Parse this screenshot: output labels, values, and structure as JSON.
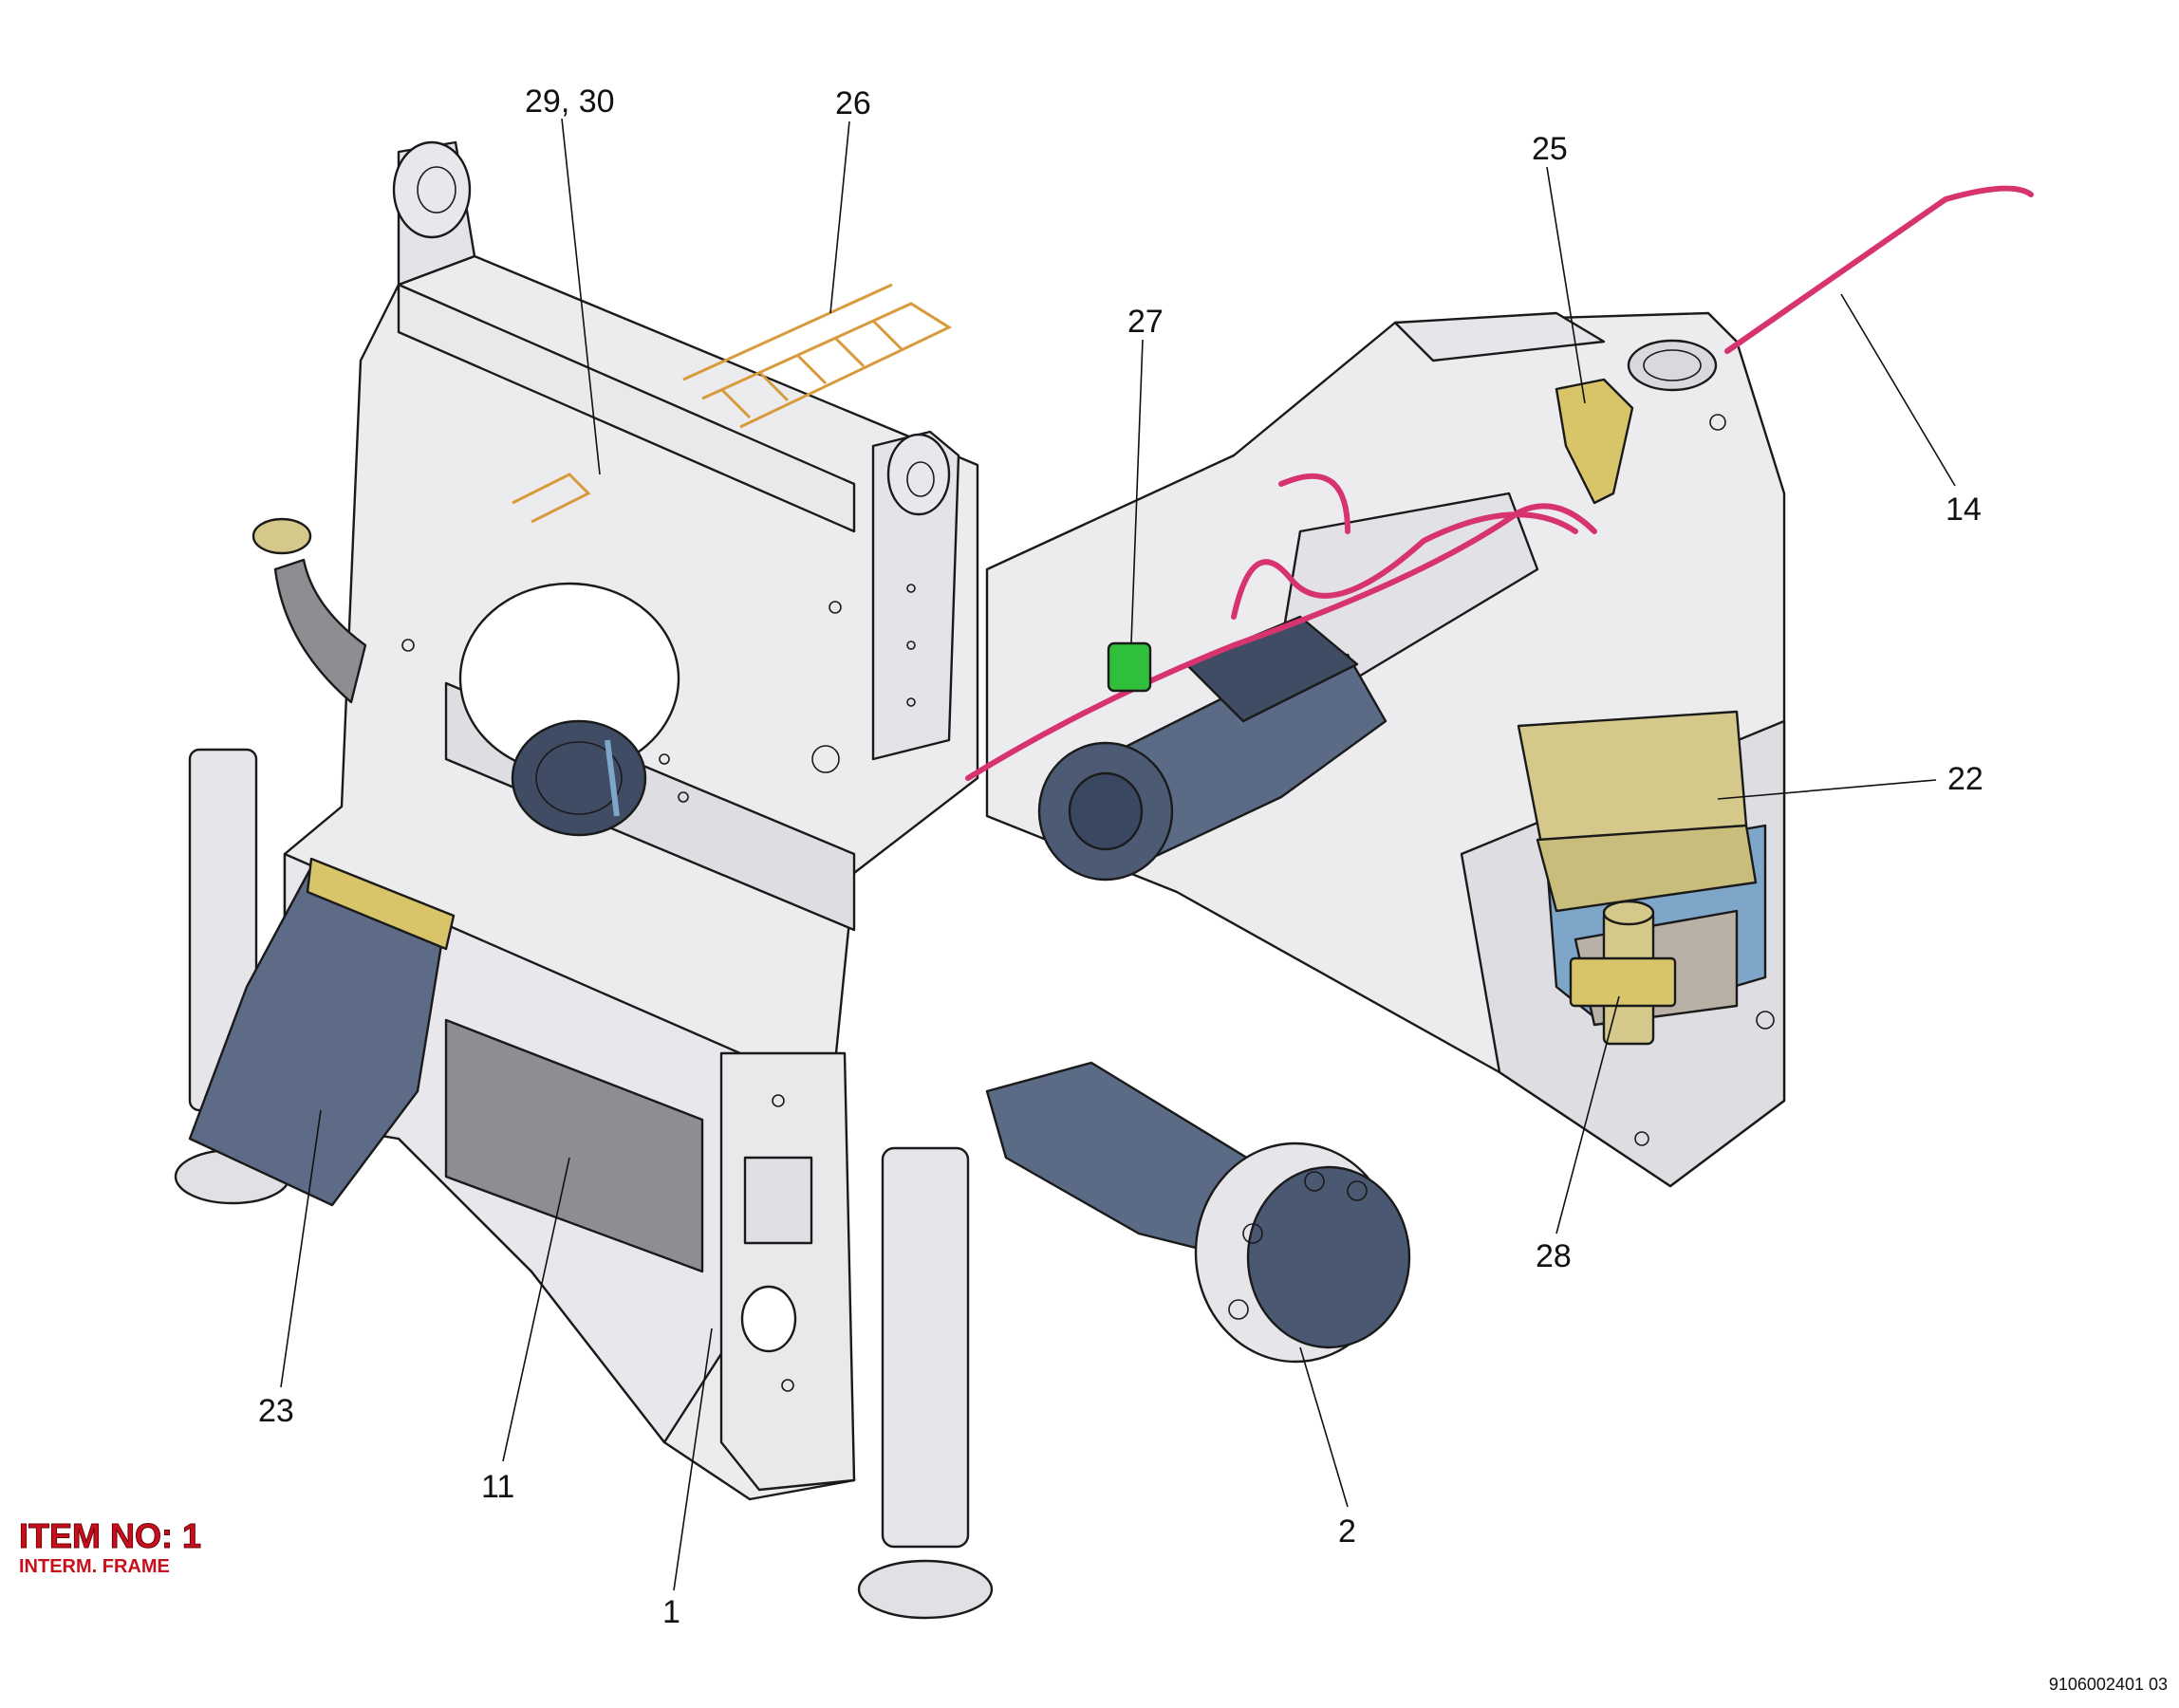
{
  "title": {
    "item_label": "ITEM NO: 1",
    "item_subtitle": "INTERM. FRAME"
  },
  "drawing_number": "9106002401 03",
  "callouts": [
    {
      "id": "c29_30",
      "text": "29, 30"
    },
    {
      "id": "c26",
      "text": "26"
    },
    {
      "id": "c25",
      "text": "25"
    },
    {
      "id": "c27",
      "text": "27"
    },
    {
      "id": "c14",
      "text": "14"
    },
    {
      "id": "c22",
      "text": "22"
    },
    {
      "id": "c28",
      "text": "28"
    },
    {
      "id": "c23",
      "text": "23"
    },
    {
      "id": "c11",
      "text": "11"
    },
    {
      "id": "c1",
      "text": "1"
    },
    {
      "id": "c2",
      "text": "2"
    }
  ],
  "colors": {
    "frame": "#ececee",
    "frame_shade": "#d8d8dc",
    "motor": "#5b6b86",
    "motor_dark": "#3f4c64",
    "hose": "#d6336f",
    "tray": "#d79a3c",
    "battery_box": "#d4c98a",
    "battery_blue": "#7ea6c8",
    "mudflap": "#5d6b86",
    "bracket": "#d8c56a",
    "clamp": "#2fbf3a",
    "panel": "#8e8e92",
    "title_red": "#c8101c"
  }
}
